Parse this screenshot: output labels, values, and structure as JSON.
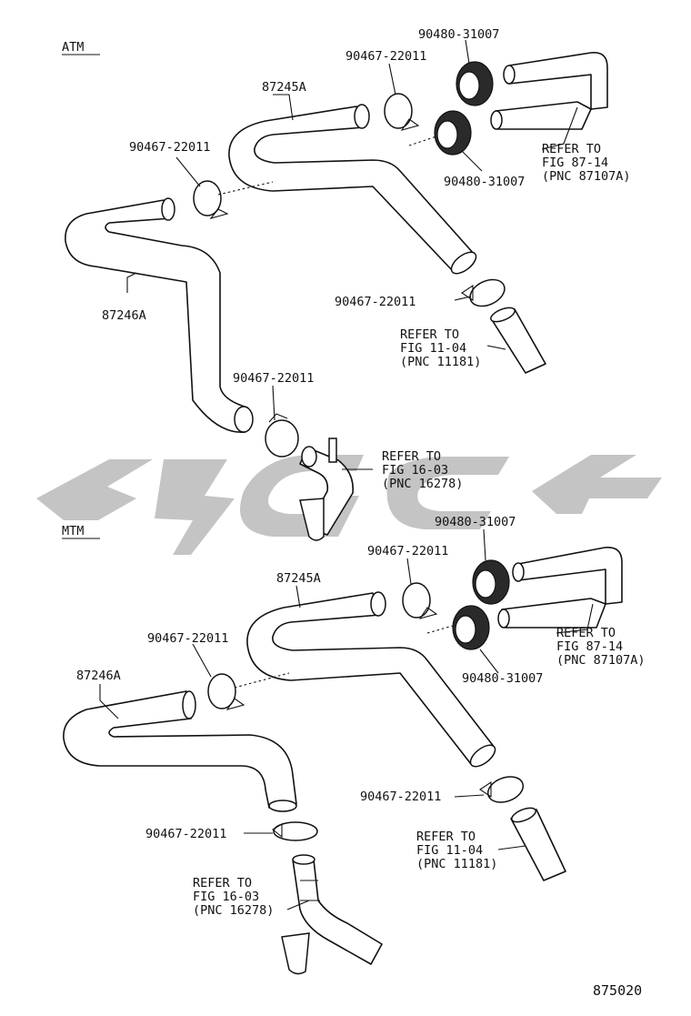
{
  "diagram_code": "875020",
  "sections": [
    {
      "title": "ATM",
      "parts": {
        "hose_upper": "87245A",
        "hose_lower": "87246A",
        "clamp": "90467-22011",
        "grommet": "90480-31007"
      },
      "refs": [
        {
          "line1": "REFER TO",
          "line2": "FIG 87-14",
          "line3": "(PNC 87107A)"
        },
        {
          "line1": "REFER TO",
          "line2": "FIG 11-04",
          "line3": "(PNC 11181)"
        },
        {
          "line1": "REFER TO",
          "line2": "FIG 16-03",
          "line3": "(PNC 16278)"
        }
      ]
    },
    {
      "title": "MTM",
      "parts": {
        "hose_upper": "87245A",
        "hose_lower": "87246A",
        "clamp": "90467-22011",
        "grommet": "90480-31007"
      },
      "refs": [
        {
          "line1": "REFER TO",
          "line2": "FIG 87-14",
          "line3": "(PNC 87107A)"
        },
        {
          "line1": "REFER TO",
          "line2": "FIG 11-04",
          "line3": "(PNC 11181)"
        },
        {
          "line1": "REFER TO",
          "line2": "FIG 16-03",
          "line3": "(PNC 16278)"
        }
      ]
    }
  ]
}
